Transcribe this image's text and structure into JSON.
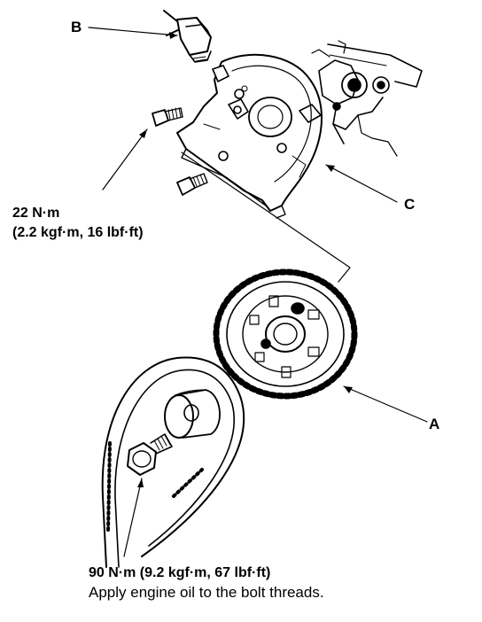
{
  "callouts": {
    "a": "A",
    "b": "B",
    "c": "C"
  },
  "torque_specs": {
    "cover_bolts_line1": "22 N·m",
    "cover_bolts_line2": "(2.2 kgf·m, 16 lbf·ft)",
    "pulley_bolt_line1": "90 N·m (9.2 kgf·m, 67 lbf·ft)",
    "pulley_bolt_note": "Apply engine oil to the bolt threads."
  },
  "colors": {
    "ink": "#000000",
    "paper": "#ffffff"
  }
}
